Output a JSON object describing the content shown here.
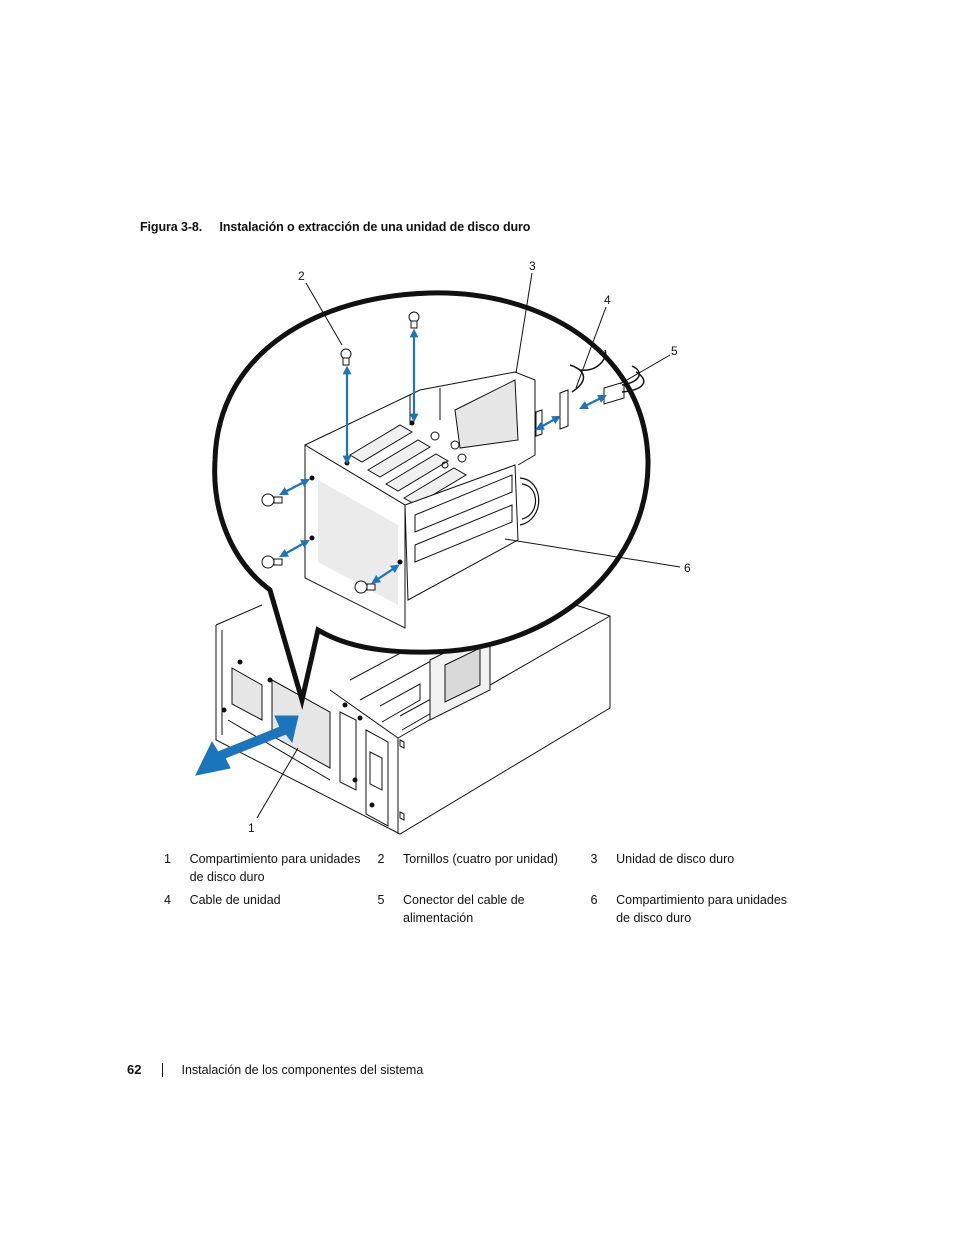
{
  "caption": {
    "figure_number": "Figura 3-8.",
    "title": "Instalación o extracción de una unidad de disco duro"
  },
  "callouts": [
    "1",
    "2",
    "3",
    "4",
    "5",
    "6"
  ],
  "legend": [
    [
      {
        "num": "1",
        "text": "Compartimiento para unidades de disco duro"
      },
      {
        "num": "2",
        "text": "Tornillos (cuatro por unidad)"
      },
      {
        "num": "3",
        "text": "Unidad de disco duro"
      }
    ],
    [
      {
        "num": "4",
        "text": "Cable de unidad"
      },
      {
        "num": "5",
        "text": "Conector del cable de alimentación"
      },
      {
        "num": "6",
        "text": "Compartimiento para unidades de disco duro"
      }
    ]
  ],
  "footer": {
    "page_number": "62",
    "section": "Instalación de los componentes del sistema"
  },
  "colors": {
    "arrow_blue": "#1b75bc",
    "line": "#111111",
    "panel_gray": "#e6e6e6"
  }
}
